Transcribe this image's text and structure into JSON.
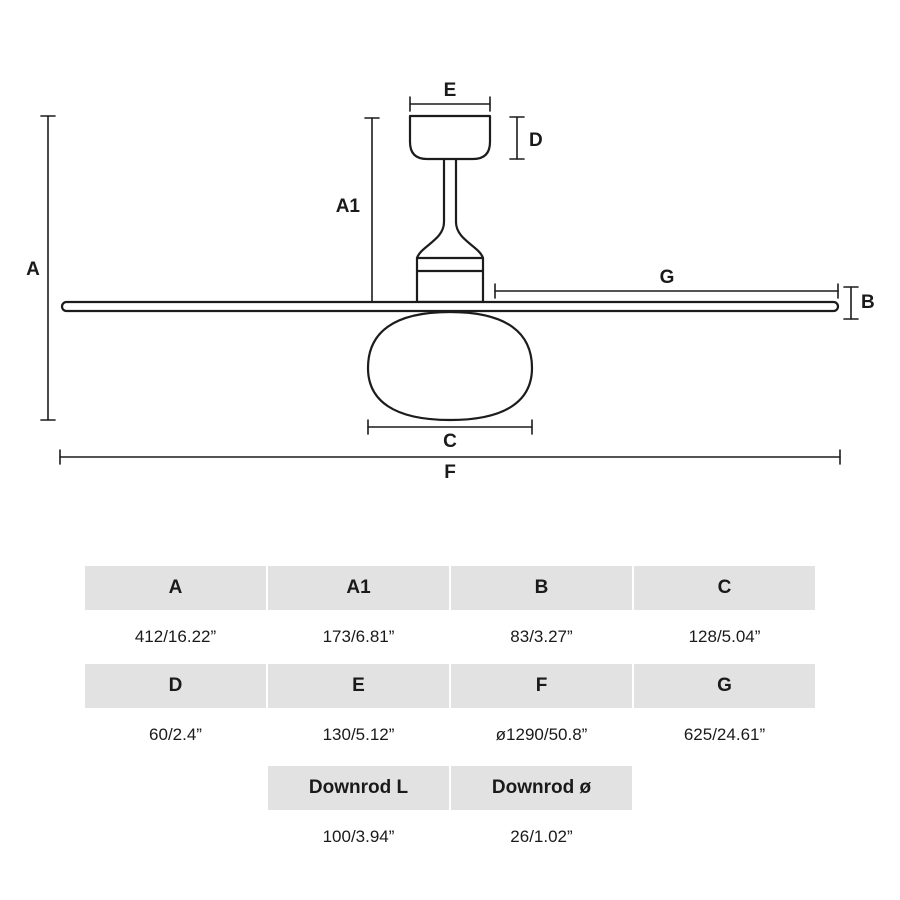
{
  "diagram": {
    "labels": {
      "A": "A",
      "A1": "A1",
      "B": "B",
      "C": "C",
      "D": "D",
      "E": "E",
      "F": "F",
      "G": "G"
    }
  },
  "table": {
    "rows": [
      {
        "headers": [
          "A",
          "A1",
          "B",
          "C"
        ],
        "values": [
          "412/16.22”",
          "173/6.81”",
          "83/3.27”",
          "128/5.04”"
        ]
      },
      {
        "headers": [
          "D",
          "E",
          "F",
          "G"
        ],
        "values": [
          "60/2.4”",
          "130/5.12”",
          "ø1290/50.8”",
          "625/24.61”"
        ]
      },
      {
        "headers": [
          "Downrod L",
          "Downrod ø"
        ],
        "values": [
          "100/3.94”",
          "26/1.02”"
        ]
      }
    ]
  }
}
